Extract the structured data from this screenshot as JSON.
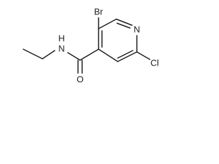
{
  "molecule": {
    "atoms": {
      "br": "Br",
      "n_ring": "N",
      "n_amide": "N",
      "h_amide": "H",
      "cl": "Cl",
      "o": "O"
    }
  }
}
